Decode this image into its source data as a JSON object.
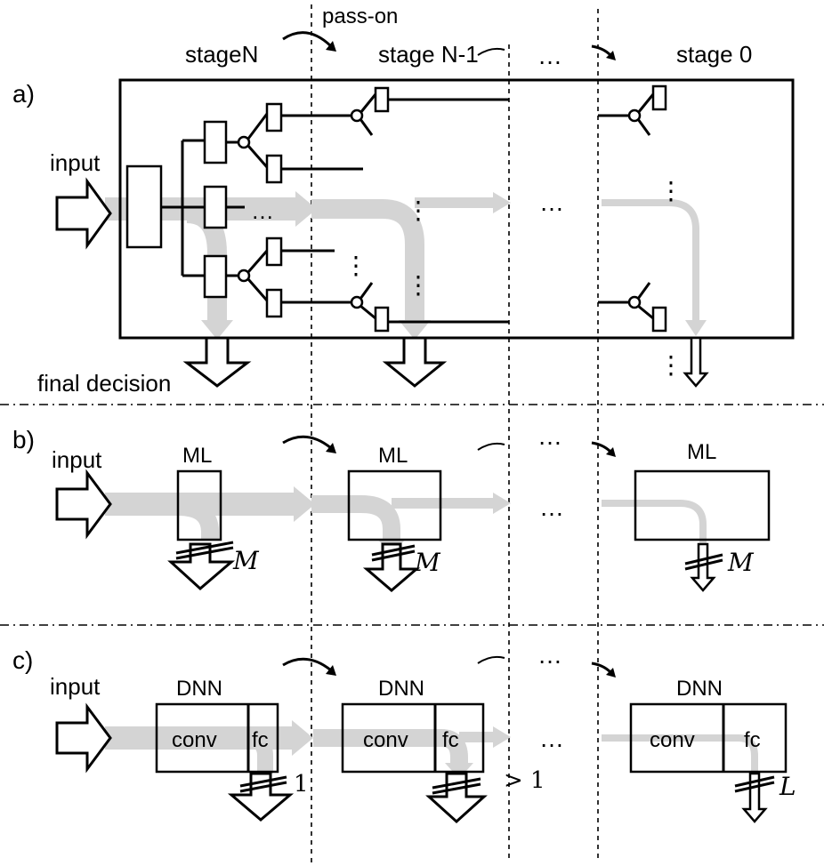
{
  "stage_headers": {
    "pass_on": "pass-on",
    "stage_n": "stageN",
    "stage_n_minus_1": "stage N-1",
    "stage_0": "stage 0",
    "ellipsis": "…"
  },
  "panel_a": {
    "tag": "a)",
    "input_label": "input",
    "output_label": "final decision",
    "ellipsis": "…",
    "vdots": "⋮"
  },
  "panel_b": {
    "tag": "b)",
    "input_label": "input",
    "block_label": "ML",
    "bus_width": "M",
    "ellipsis": "…"
  },
  "panel_c": {
    "tag": "c)",
    "input_label": "input",
    "block_label": "DNN",
    "conv_label": "conv",
    "fc_label": "fc",
    "ellipsis": "…",
    "outputs": [
      "1",
      "> 1",
      "L"
    ]
  }
}
